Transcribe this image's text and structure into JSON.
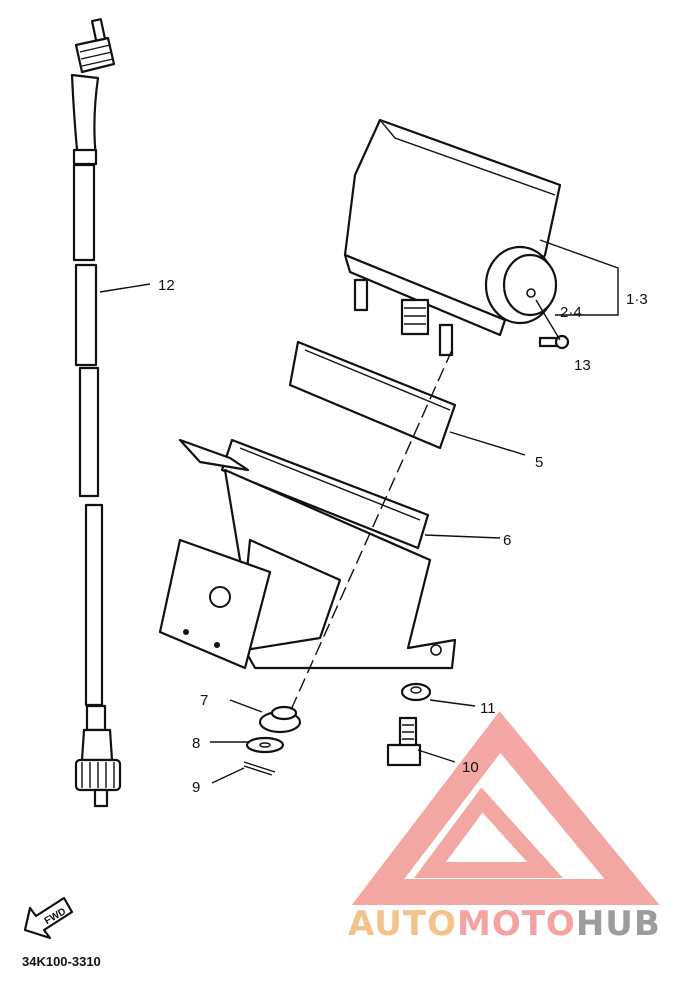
{
  "diagram": {
    "catalog_code": "34K100-3310",
    "fwd_label": "FWD",
    "callouts": {
      "c12": "12",
      "c13": "13",
      "c24": "2·4",
      "c13set": "1·3",
      "c5": "5",
      "c6": "6",
      "c7": "7",
      "c8": "8",
      "c9": "9",
      "c10": "10",
      "c11": "11"
    }
  },
  "watermark": {
    "part1": "AUTO",
    "part2": "MOTO",
    "part3": "HUB",
    "colors": {
      "auto": "#f2c38a",
      "moto": "#f3a3a0",
      "hub": "#9c9c9c",
      "triangle": "#f08a85"
    }
  }
}
